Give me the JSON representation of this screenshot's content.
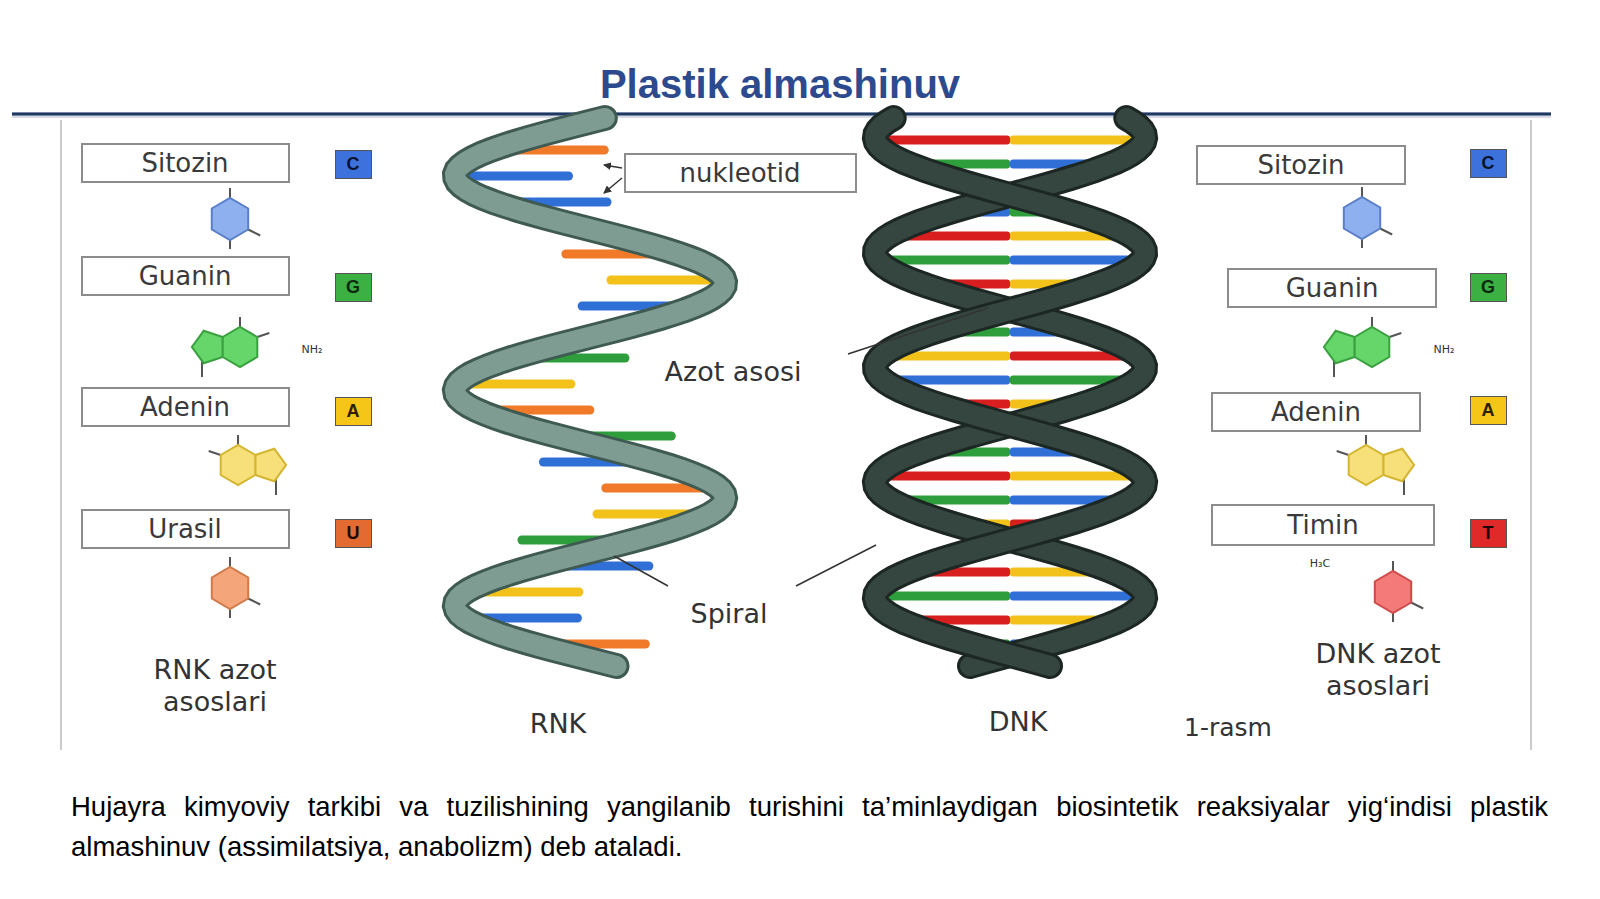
{
  "diagram": {
    "title": "Plastik almashinuv",
    "caption": "Hujayra kimyoviy tarkibi va tuzilishining yangilanib turishini ta’minlaydigan biosintetik reaksiyalar yig‘indisi plastik almashinuv (assimilatsiya, anabolizm) deb ataladi.",
    "nodes": [
      {
        "text": [
          "Sitozin"
        ]
      },
      {
        "text": [
          "C"
        ]
      },
      {
        "text": [
          "nukleotid"
        ]
      },
      {
        "text": [
          "Sitozin"
        ]
      },
      {
        "text": [
          "C"
        ]
      },
      {
        "text": [
          "Guanin"
        ]
      },
      {
        "text": [
          "G"
        ]
      },
      {
        "text": [
          "Guanin"
        ]
      },
      {
        "text": [
          "G"
        ]
      },
      {
        "text": [
          "Adenin"
        ]
      },
      {
        "text": [
          "A"
        ]
      },
      {
        "text": [
          "Adenin"
        ]
      },
      {
        "text": [
          "A"
        ]
      },
      {
        "text": [
          "Urasil"
        ]
      },
      {
        "text": [
          "U"
        ]
      },
      {
        "text": [
          "Timin"
        ]
      },
      {
        "text": [
          "T"
        ]
      }
    ],
    "labels": [
      "NH₂",
      "NH₂",
      "Azot asosi",
      "H₃C",
      "Spiral",
      "DNK azot asoslari",
      "RNK azot asoslari",
      "RNK",
      "DNK",
      "1-rasm"
    ]
  }
}
